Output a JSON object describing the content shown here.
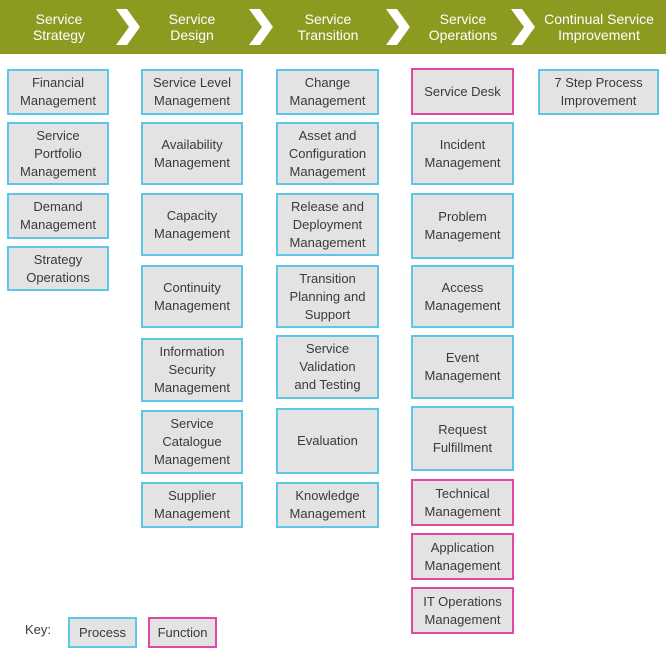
{
  "phases": [
    "Service\nStrategy",
    "Service\nDesign",
    "Service\nTransition",
    "Service\nOperations",
    "Continual Service\nImprovement"
  ],
  "strategy": [
    "Financial\nManagement",
    "Service\nPortfolio\nManagement",
    "Demand\nManagement",
    "Strategy\nOperations"
  ],
  "design": [
    "Service Level\nManagement",
    "Availability\nManagement",
    "Capacity\nManagement",
    "Continuity\nManagement",
    "Information\nSecurity\nManagement",
    "Service\nCatalogue\nManagement",
    "Supplier\nManagement"
  ],
  "transition": [
    "Change\nManagement",
    "Asset and\nConfiguration\nManagement",
    "Release and\nDeployment\nManagement",
    "Transition\nPlanning and\nSupport",
    "Service\nValidation\nand Testing",
    "Evaluation",
    "Knowledge\nManagement"
  ],
  "operations": [
    "Service Desk",
    "Incident\nManagement",
    "Problem\nManagement",
    "Access\nManagement",
    "Event\nManagement",
    "Request\nFulfillment",
    "Technical\nManagement",
    "Application\nManagement",
    "IT Operations\nManagement"
  ],
  "improvement": [
    "7 Step Process\nImprovement"
  ],
  "key": {
    "label": "Key:",
    "process": "Process",
    "function": "Function"
  },
  "colors": {
    "banner": "#8c9a1f",
    "process_border": "#5cc7e6",
    "function_border": "#e048a8",
    "box_fill": "#e3e3e3"
  }
}
